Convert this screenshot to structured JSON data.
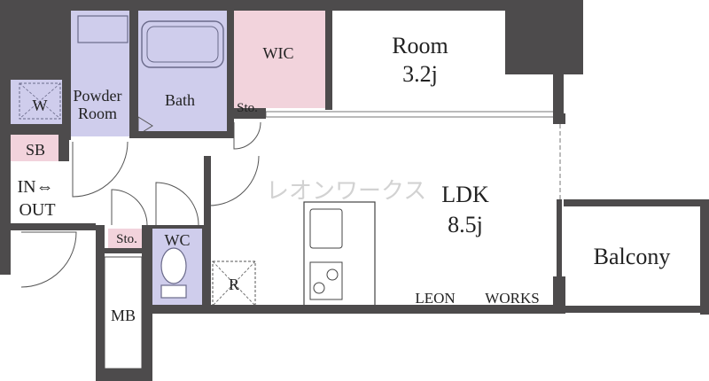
{
  "colors": {
    "wall": "#4d4b4c",
    "wet_area": "#cfcdec",
    "closet": "#f2d3dc",
    "floor": "#ffffff",
    "fixture_stroke": "#6a6a8a",
    "label": "#222222",
    "watermark": "#d2d2d2"
  },
  "rooms": {
    "room": {
      "name": "Room",
      "size": "3.2j"
    },
    "ldk": {
      "name": "LDK",
      "size": "8.5j"
    },
    "wic": "WIC",
    "bath": "Bath",
    "powder_room": {
      "line1": "Powder",
      "line2": "Room"
    },
    "washer": "W",
    "storage_upper": "Sto.",
    "storage_lower": "Sto.",
    "shoe_box": "SB",
    "entrance": {
      "line1": "IN⇔",
      "line2": "OUT"
    },
    "wc": "WC",
    "refrigerator": "R",
    "meter_box": "MB",
    "balcony": "Balcony"
  },
  "branding": {
    "watermark": "レオンワークス",
    "footer_left": "LEON",
    "footer_right": "WORKS"
  }
}
